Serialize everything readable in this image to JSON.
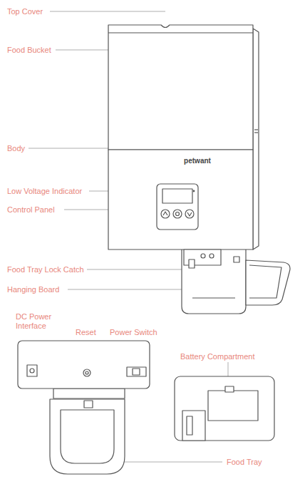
{
  "diagram": {
    "labels": [
      "Top Cover",
      "Food Bucket",
      "Body",
      "Low Voltage Indicator",
      "Control Panel",
      "Food Tray Lock Catch",
      "Hanging Board",
      "DC Power Interface",
      "Reset",
      "Power Switch",
      "Battery Compartment",
      "Food Tray",
      "petwant"
    ]
  }
}
